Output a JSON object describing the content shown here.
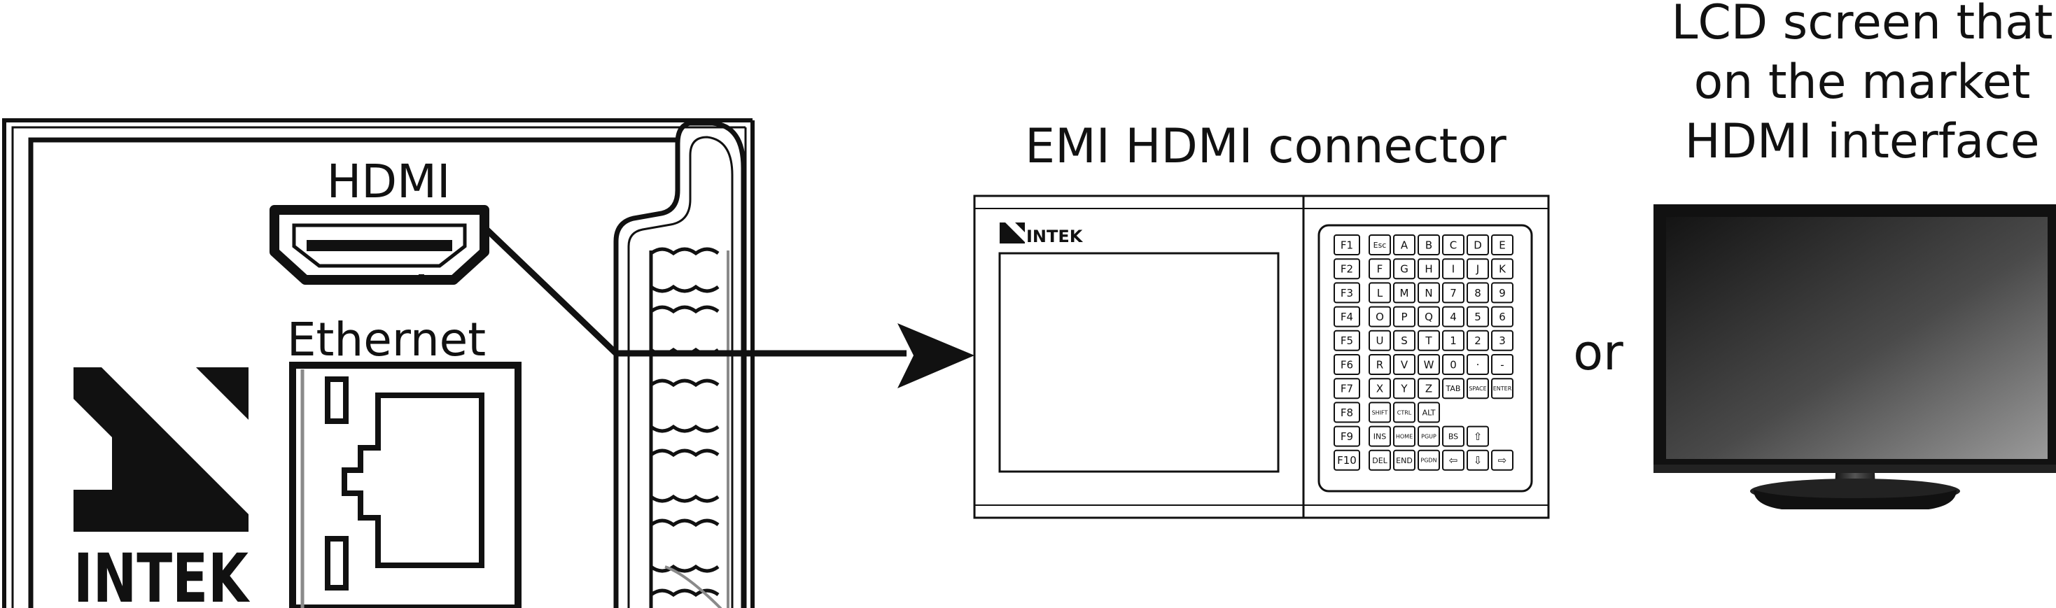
{
  "colors": {
    "ink": "#111111",
    "background": "#ffffff",
    "shadow": "#8a8a8a"
  },
  "device": {
    "hdmi_label": "HDMI",
    "ethernet_label": "Ethernet",
    "brand_label": "INTEK"
  },
  "panel": {
    "title": "EMI HDMI connector",
    "brand_label": "INTEK",
    "fkeys": [
      "F1",
      "F2",
      "F3",
      "F4",
      "F5",
      "F6",
      "F7",
      "F8",
      "F9",
      "F10"
    ],
    "key_rows": [
      [
        "Esc",
        "A",
        "B",
        "C",
        "D",
        "E"
      ],
      [
        "F",
        "G",
        "H",
        "I",
        "J",
        "K"
      ],
      [
        "L",
        "M",
        "N",
        "7",
        "8",
        "9"
      ],
      [
        "O",
        "P",
        "Q",
        "4",
        "5",
        "6"
      ],
      [
        "U",
        "S",
        "T",
        "1",
        "2",
        "3"
      ],
      [
        "R",
        "V",
        "W",
        "0",
        "·",
        "-"
      ],
      [
        "X",
        "Y",
        "Z",
        "TAB",
        "SPACE",
        "ENTER"
      ],
      [
        "SHIFT",
        "CTRL",
        "ALT"
      ],
      [
        "INS",
        "HOME",
        "PGUP",
        "BS",
        "⇧"
      ],
      [
        "DEL",
        "END",
        "PGDN",
        "⇦",
        "⇩",
        "⇨"
      ]
    ]
  },
  "or_label": "or",
  "monitor": {
    "caption_lines": [
      "LCD screen that",
      "on the market",
      "HDMI interface"
    ]
  }
}
